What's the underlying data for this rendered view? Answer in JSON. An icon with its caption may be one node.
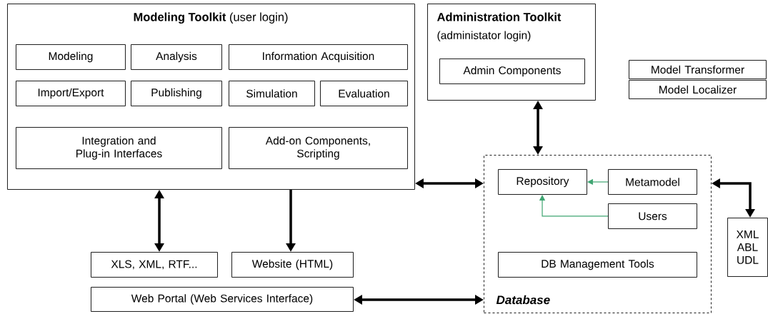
{
  "diagram": {
    "nodes": [
      {
        "text": [
          "**Modeling Toolkit** (user login)"
        ]
      },
      {
        "text": [
          "Modeling"
        ],
        "in": 0
      },
      {
        "text": [
          "Analysis"
        ],
        "in": 0
      },
      {
        "text": [
          "Information Acquisition"
        ],
        "in": 0
      },
      {
        "text": [
          "Import/Export"
        ],
        "in": 0
      },
      {
        "text": [
          "Publishing"
        ],
        "in": 0
      },
      {
        "text": [
          "Simulation"
        ],
        "in": 0
      },
      {
        "text": [
          "Evaluation"
        ],
        "in": 0
      },
      {
        "text": [
          "Integration and Plug-in Interfaces"
        ],
        "in": 0
      },
      {
        "text": [
          "Add-on Components, Scripting"
        ],
        "in": 0
      },
      {
        "text": [
          "Administration Toolkit",
          "(administator login)"
        ]
      },
      {
        "text": [
          "Admin Components"
        ],
        "in": 10
      },
      {
        "text": [
          "Model Transformer"
        ]
      },
      {
        "text": [
          "Model Localizer"
        ]
      },
      {
        "text": [
          "Database"
        ]
      },
      {
        "text": [
          "Repository"
        ],
        "in": 14
      },
      {
        "text": [
          "Metamodel"
        ],
        "in": 14
      },
      {
        "text": [
          "Users"
        ],
        "in": 14
      },
      {
        "text": [
          "DB Management Tools"
        ],
        "in": 14
      },
      {
        "text": [
          "XML ABL UDL"
        ]
      },
      {
        "text": [
          "XLS, XML, RTF..."
        ]
      },
      {
        "text": [
          "Website (HTML)"
        ]
      },
      {
        "text": [
          "Web Portal (Web Services Interface)"
        ]
      }
    ],
    "edges": [
      {
        "from": 0,
        "to": 14,
        "arrow": "both"
      },
      {
        "from": 10,
        "to": 14,
        "arrow": "both"
      },
      {
        "from": 14,
        "to": 19,
        "arrow": "both"
      },
      {
        "from": 0,
        "to": 20,
        "arrow": "both"
      },
      {
        "from": 0,
        "to": 21,
        "arrow": "to"
      },
      {
        "from": 14,
        "to": 22,
        "arrow": "both"
      },
      {
        "from": 16,
        "to": 15,
        "arrow": "to",
        "color": "#3fa572"
      },
      {
        "from": 17,
        "to": 15,
        "arrow": "to",
        "color": "#3fa572"
      }
    ]
  }
}
